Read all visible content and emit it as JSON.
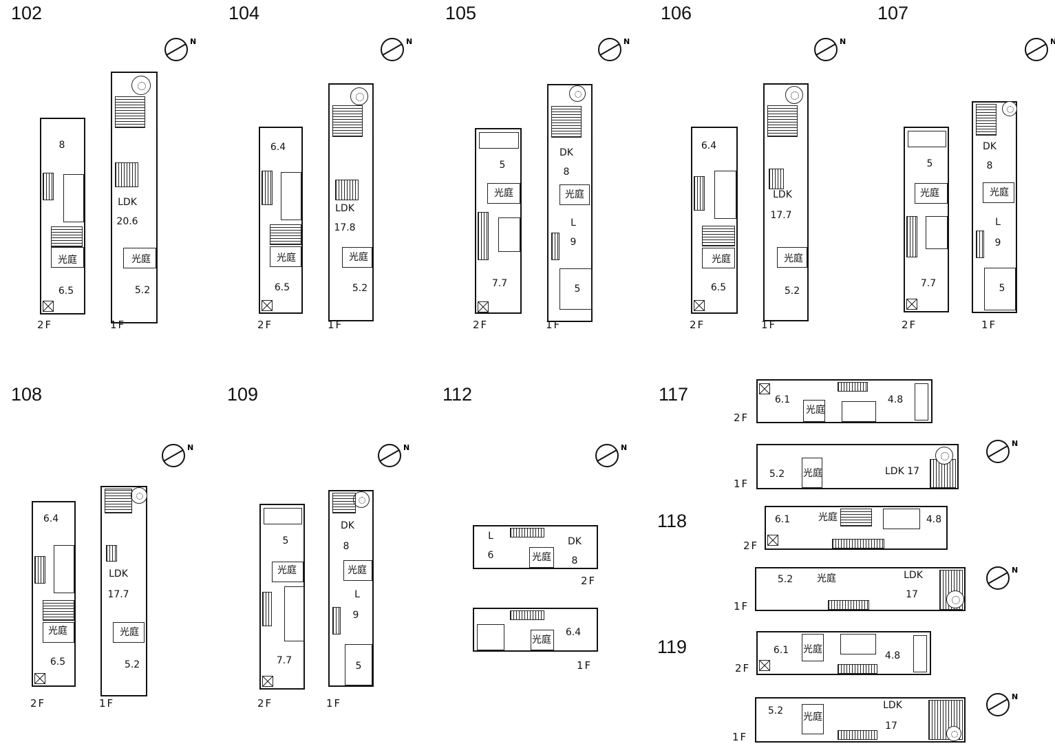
{
  "units": {
    "u102": {
      "no": "102",
      "f2": "2F",
      "f1": "1F",
      "r2a": "8",
      "r2b": "光庭",
      "r2c": "6.5",
      "r1a": "LDK",
      "r1b": "20.6",
      "r1c": "光庭",
      "r1d": "5.2"
    },
    "u104": {
      "no": "104",
      "f2": "2F",
      "f1": "1F",
      "r2a": "6.4",
      "r2b": "光庭",
      "r2c": "6.5",
      "r1a": "LDK",
      "r1b": "17.8",
      "r1c": "光庭",
      "r1d": "5.2"
    },
    "u105": {
      "no": "105",
      "f2": "2F",
      "f1": "1F",
      "r2a": "5",
      "r2b": "光庭",
      "r2c": "7.7",
      "r1a": "DK",
      "r1b": "8",
      "r1c": "光庭",
      "r1d": "L",
      "r1e": "9",
      "r1f": "5"
    },
    "u106": {
      "no": "106",
      "f2": "2F",
      "f1": "1F",
      "r2a": "6.4",
      "r2b": "光庭",
      "r2c": "6.5",
      "r1a": "LDK",
      "r1b": "17.7",
      "r1c": "光庭",
      "r1d": "5.2"
    },
    "u107": {
      "no": "107",
      "f2": "2F",
      "f1": "1F",
      "r2a": "5",
      "r2b": "光庭",
      "r2c": "7.7",
      "r1a": "DK",
      "r1b": "8",
      "r1c": "光庭",
      "r1d": "L",
      "r1e": "9",
      "r1f": "5"
    },
    "u108": {
      "no": "108",
      "f2": "2F",
      "f1": "1F",
      "r2a": "6.4",
      "r2b": "光庭",
      "r2c": "6.5",
      "r1a": "LDK",
      "r1b": "17.7",
      "r1c": "光庭",
      "r1d": "5.2"
    },
    "u109": {
      "no": "109",
      "f2": "2F",
      "f1": "1F",
      "r2a": "5",
      "r2b": "光庭",
      "r2c": "7.7",
      "r1a": "DK",
      "r1b": "8",
      "r1c": "光庭",
      "r1d": "L",
      "r1e": "9",
      "r1f": "5"
    },
    "u112": {
      "no": "112",
      "f2": "2F",
      "f1": "1F",
      "r2a": "L",
      "r2b": "6",
      "r2c": "光庭",
      "r2d": "DK",
      "r2e": "8",
      "r1a": "光庭",
      "r1b": "6.4"
    },
    "u117": {
      "no": "117",
      "f2": "2F",
      "f1": "1F",
      "r2a": "6.1",
      "r2b": "光庭",
      "r2c": "4.8",
      "r1a": "5.2",
      "r1b": "光庭",
      "r1c": "LDK 17"
    },
    "u118": {
      "no": "118",
      "f2": "2F",
      "f1": "1F",
      "r2a": "6.1",
      "r2b": "光庭",
      "r2c": "4.8",
      "r1a": "5.2",
      "r1b": "光庭",
      "r1c": "LDK",
      "r1d": "17"
    },
    "u119": {
      "no": "119",
      "f2": "2F",
      "f1": "1F",
      "r2a": "6.1",
      "r2b": "光庭",
      "r2c": "4.8",
      "r1a": "5.2",
      "r1b": "光庭",
      "r1c": "LDK",
      "r1d": "17"
    }
  },
  "compass_letter": "N",
  "icons": {
    "compass": "north-arrow-icon",
    "tree": "tree-icon"
  }
}
